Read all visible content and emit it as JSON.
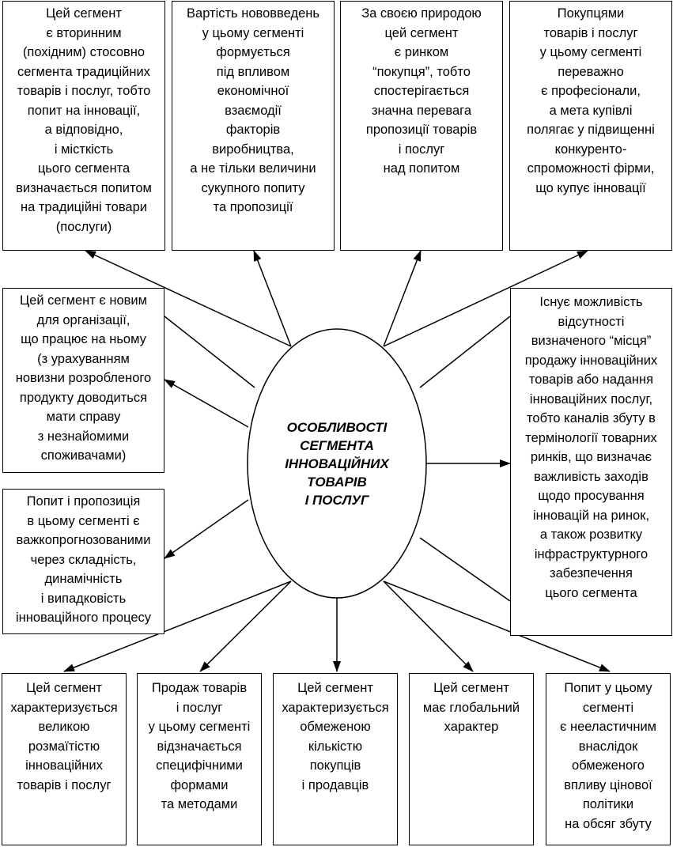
{
  "center": {
    "title": "ОСОБЛИВОСТІ\nСЕГМЕНТА\nІННОВАЦІЙНИХ\nТОВАРІВ\nІ ПОСЛУГ"
  },
  "top_boxes": [
    {
      "text": "Цей сегмент\nє вторинним\n(похідним) стосовно\nсегмента традиційних\nтоварів і послуг, тобто\nпопит на інновації,\nа відповідно,\nі місткість\nцього сегмента\nвизначається попитом\nна традиційні товари\n(послуги)"
    },
    {
      "text": "Вартість нововведень\nу цьому сегменті\nформується\nпід  впливом\nекономічної\nвзаємодії\nфакторів\nвиробництва,\nа не тільки величини\nсукупного попиту\nта пропозиції"
    },
    {
      "text": "За своєю природою\nцей сегмент\nє ринком\n“покупця”, тобто\nспостерігається\nзначна перевага\nпропозиції товарів\nі послуг\nнад попитом"
    },
    {
      "text": "Покупцями\nтоварів і послуг\nу цьому сегменті\nпереважно\nє професіонали,\nа мета купівлі\nполягає у підвищенні\nконкуренто-\nспроможності фірми,\nщо купує інновації"
    }
  ],
  "left_boxes": [
    {
      "text": "Цей сегмент є новим\nдля організації,\nщо працює на ньому\n(з урахуванням\nновизни розробленого\nпродукту доводиться\nмати справу\nз незнайомими\nспоживачами)"
    },
    {
      "text": "Попит і пропозиція\nв цьому сегменті є\nважкопрогнозованими\nчерез складність,\nдинамічність\nі випадковість\nінноваційного процесу"
    }
  ],
  "right_box": {
    "text": "Існує можливість\nвідсутності\nвизначеного “місця”\nпродажу інноваційних\nтоварів або надання\nінноваційних послуг,\nтобто каналів збуту в\nтермінології товарних\nринків, що визначає\nважливість заходів\nщодо просування\nінновацій на ринок,\nа також розвитку\nінфраструктурного\nзабезпечення\nцього сегмента"
  },
  "bottom_boxes": [
    {
      "text": "Цей сегмент\nхарактеризується\nвеликою\nрозмаїтістю\nінноваційних\nтоварів і послуг"
    },
    {
      "text": "Продаж товарів\nі послуг\nу цьому сегменті\nвідзначається\nспецифічними\nформами\nта методами"
    },
    {
      "text": "Цей сегмент\nхарактеризується\nобмеженою\nкількістю\nпокупців\nі продавців"
    },
    {
      "text": "Цей сегмент\nмає глобальний\nхарактер"
    },
    {
      "text": "Попит у цьому\nсегменті\nє нееластичним\nвнаслідок\nобмеженого\nвпливу цінової\nполітики\nна обсяг збуту"
    }
  ]
}
